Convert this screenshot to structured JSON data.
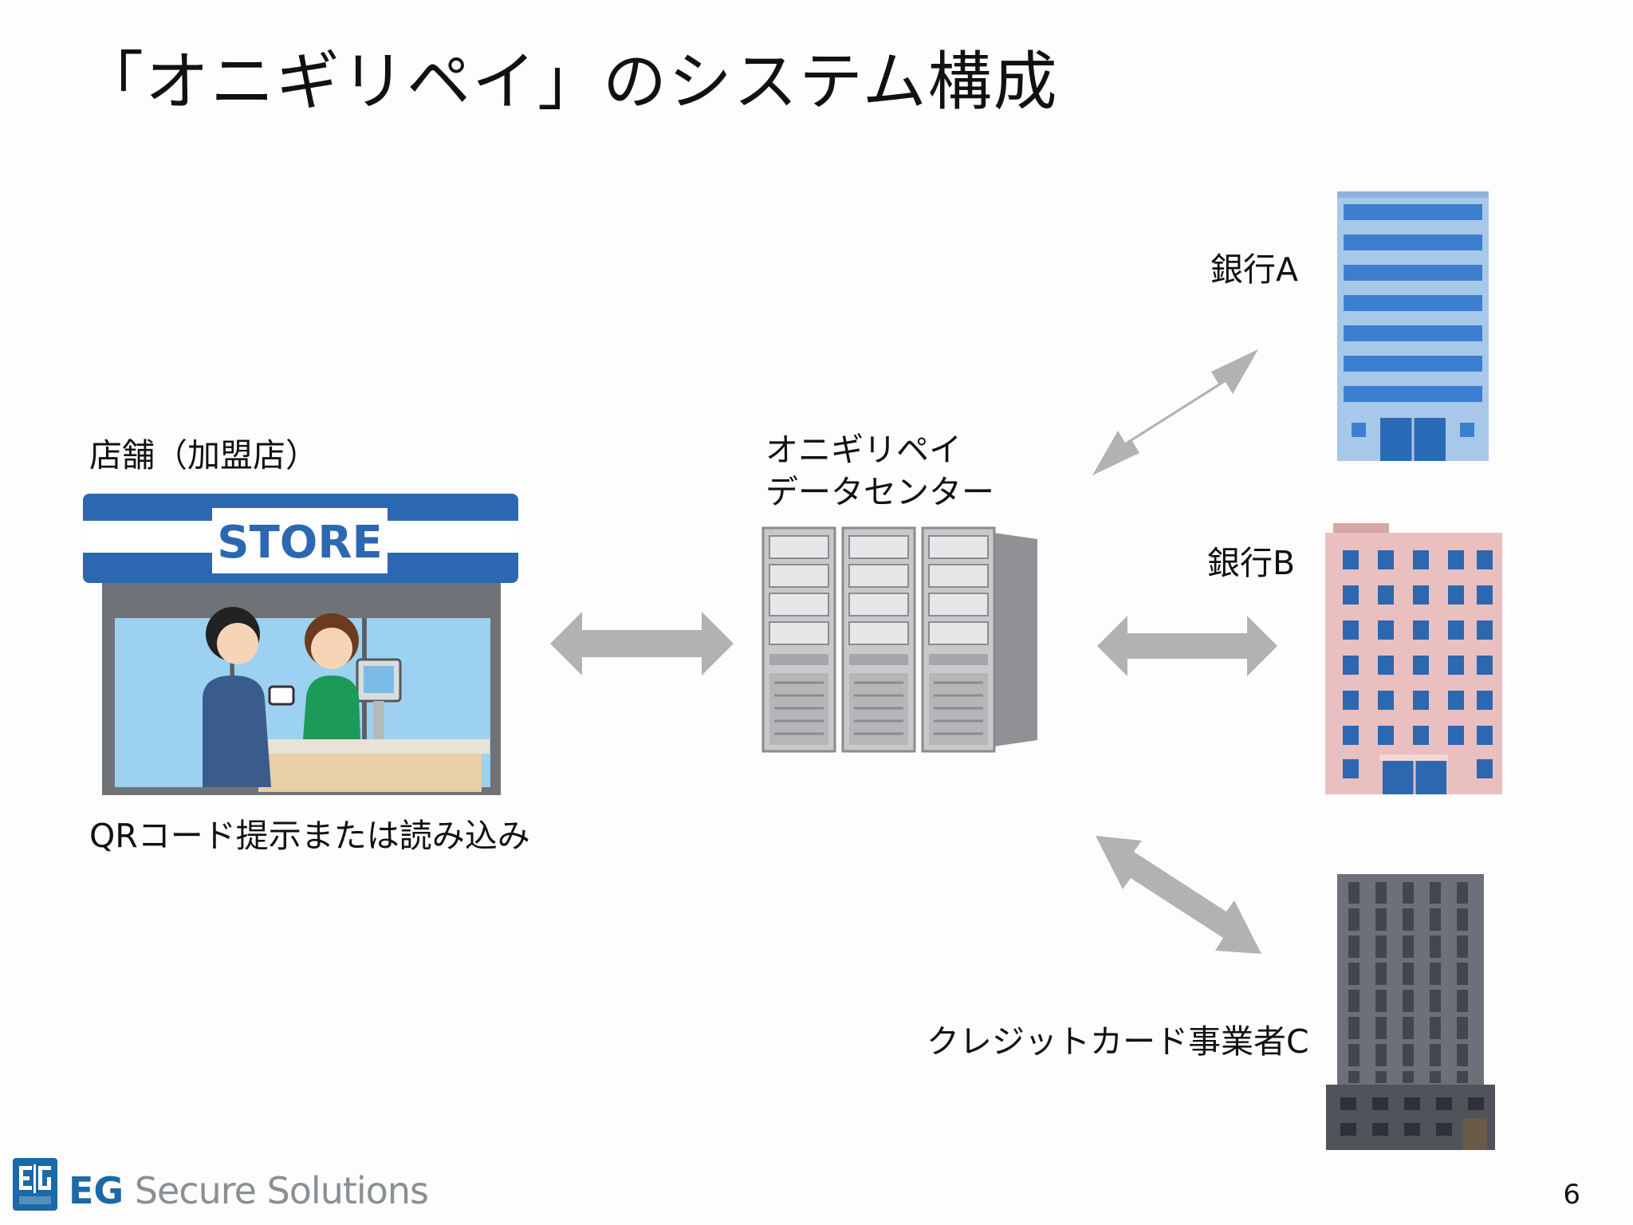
{
  "slide": {
    "title": "「オニギリペイ」のシステム構成",
    "page_number": "6"
  },
  "store": {
    "label": "店舗（加盟店）",
    "sign": "STORE",
    "caption": "QRコード提示または読み込み"
  },
  "datacenter": {
    "label_line1": "オニギリペイ",
    "label_line2": "データセンター"
  },
  "bank_a": {
    "label": "銀行A"
  },
  "bank_b": {
    "label": "銀行B"
  },
  "card_company": {
    "label": "クレジットカード事業者C"
  },
  "brand": {
    "logo_mark": "EIG",
    "name_bold": "EG",
    "name_rest": " Secure Solutions"
  },
  "colors": {
    "arrow": "#b2b2b2",
    "store_blue": "#2c68b2",
    "bank_a": "#3d7fcf",
    "bank_b": "#e9c0bf",
    "card_building": "#6e7079",
    "brand": "#1b6aa6"
  }
}
